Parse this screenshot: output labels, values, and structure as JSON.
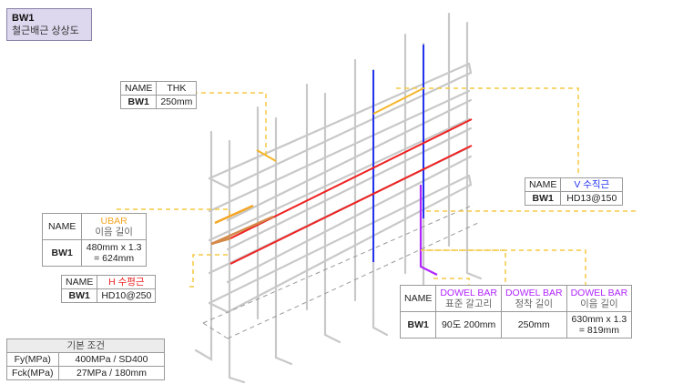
{
  "title": {
    "name": "BW1",
    "subtitle": "철근배근 상상도"
  },
  "colors": {
    "leader": "#f5c842",
    "ubar": "#f5a623",
    "h_bar": "#ee2222",
    "v_bar": "#2233ee",
    "dowel_bar": "#b026ff",
    "rebar": "#c8c8c8"
  },
  "thk_table": {
    "name_header": "NAME",
    "col_header": "THK",
    "name": "BW1",
    "value": "250mm"
  },
  "ubar_table": {
    "name_header": "NAME",
    "col_header": "UBAR",
    "col_sub": "이음 길이",
    "name": "BW1",
    "value_line1": "480mm x 1.3",
    "value_line2": "= 624mm"
  },
  "h_table": {
    "name_header": "NAME",
    "col_header": "H 수평근",
    "name": "BW1",
    "value": "HD10@250"
  },
  "v_table": {
    "name_header": "NAME",
    "col_header": "V 수직근",
    "name": "BW1",
    "value": "HD13@150"
  },
  "dowel_table": {
    "name_header": "NAME",
    "name": "BW1",
    "columns": [
      {
        "header": "DOWEL BAR",
        "sub": "표준 갈고리",
        "value_line1": "90도 200mm",
        "value_line2": ""
      },
      {
        "header": "DOWEL BAR",
        "sub": "정착 길이",
        "value_line1": "250mm",
        "value_line2": ""
      },
      {
        "header": "DOWEL BAR",
        "sub": "이음 길이",
        "value_line1": "630mm x 1.3",
        "value_line2": "= 819mm"
      }
    ]
  },
  "basic_conditions": {
    "header": "기본 조건",
    "rows": [
      {
        "label": "Fy(MPa)",
        "value": "400MPa / SD400"
      },
      {
        "label": "Fck(MPa)",
        "value": "27MPa / 180mm"
      }
    ]
  }
}
